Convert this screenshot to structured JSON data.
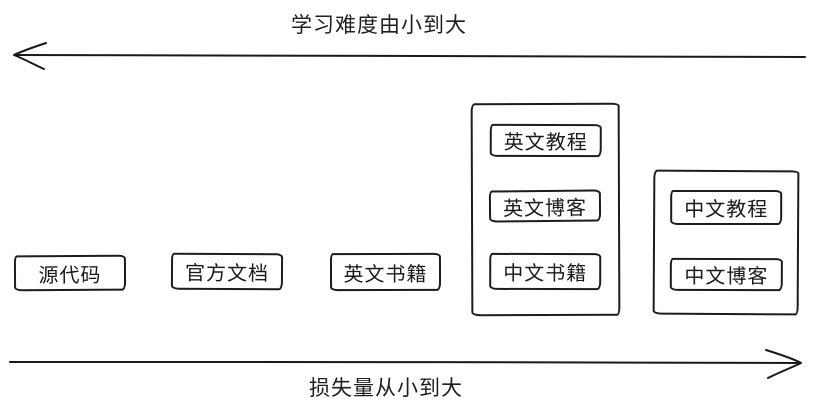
{
  "axes": {
    "top": {
      "label": "学习难度由小到大",
      "direction": "left"
    },
    "bottom": {
      "label": "损失量从小到大",
      "direction": "right"
    }
  },
  "nodes": [
    {
      "label": "源代码"
    },
    {
      "label": "官方文档"
    },
    {
      "label": "英文书籍"
    }
  ],
  "groups": [
    {
      "items": [
        {
          "label": "英文教程"
        },
        {
          "label": "英文博客"
        },
        {
          "label": "中文书籍"
        }
      ]
    },
    {
      "items": [
        {
          "label": "中文教程"
        },
        {
          "label": "中文博客"
        }
      ]
    }
  ],
  "colors": {
    "stroke": "#1a1a1a",
    "background": "#ffffff"
  }
}
